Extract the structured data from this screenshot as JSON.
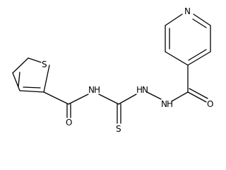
{
  "molecule": {
    "atoms": {
      "thiophene_s": "S",
      "amide_n": "N",
      "amide_h": "H",
      "carbonyl_o_left": "O",
      "thione_s": "S",
      "hydrazine_n1": "N",
      "hydrazine_h1": "H",
      "hydrazine_n2": "N",
      "hydrazine_h2": "H",
      "carbonyl_o_right": "O",
      "pyridine_n": "N"
    }
  }
}
